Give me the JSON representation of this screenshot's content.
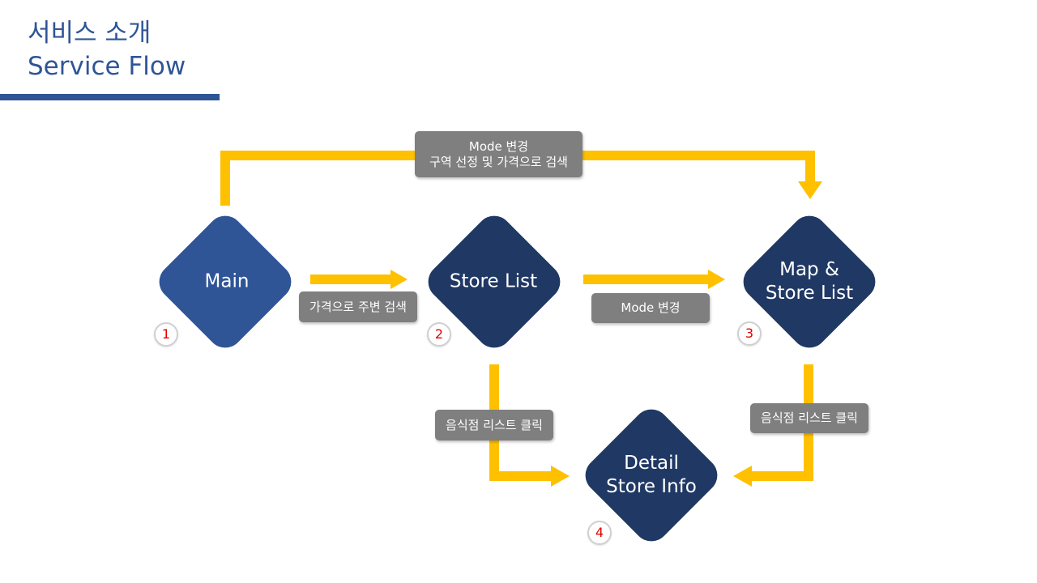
{
  "header": {
    "title_ko": "서비스 소개",
    "title_en": "Service Flow"
  },
  "colors": {
    "brand": "#2f5597",
    "arrow": "#ffc000",
    "label_bg": "#7f7f7f",
    "main_node": "#2f5597",
    "node": "#203864",
    "badge_number": "#e00000"
  },
  "nodes": [
    {
      "id": "main",
      "lines": [
        "Main"
      ],
      "number": "1"
    },
    {
      "id": "store-list",
      "lines": [
        "Store List"
      ],
      "number": "2"
    },
    {
      "id": "map-store-list",
      "lines": [
        "Map &",
        "Store List"
      ],
      "number": "3"
    },
    {
      "id": "detail-store-info",
      "lines": [
        "Detail",
        "Store Info"
      ],
      "number": "4"
    }
  ],
  "edges": [
    {
      "id": "main-to-store-list",
      "label_lines": [
        "가격으로 주변 검색"
      ]
    },
    {
      "id": "store-list-to-map",
      "label_lines": [
        "Mode 변경"
      ]
    },
    {
      "id": "main-to-map",
      "label_lines": [
        "Mode 변경",
        "구역 선정 및 가격으로 검색"
      ]
    },
    {
      "id": "store-list-to-detail",
      "label_lines": [
        "음식점 리스트 클릭"
      ]
    },
    {
      "id": "map-to-detail",
      "label_lines": [
        "음식점 리스트 클릭"
      ]
    }
  ]
}
